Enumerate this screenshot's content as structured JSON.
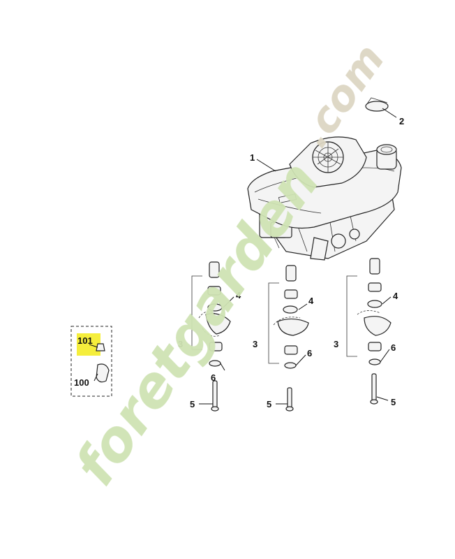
{
  "watermark": {
    "brand": "foretgarden",
    "suffix": ".com",
    "colors": {
      "green": "#cfe3b4",
      "orange": "#f5cfa0",
      "olive": "#ddd6c3"
    }
  },
  "labels": {
    "engine": "1",
    "oil_cap_gasket": "2",
    "bracket": "3",
    "washer_large": "4",
    "bolt": "5",
    "washer_small": "6",
    "kit_part_a": "101",
    "kit_part_b": "100"
  },
  "highlight": {
    "color": "#f5ee3c"
  },
  "kit_box": {
    "border": "dashed"
  }
}
